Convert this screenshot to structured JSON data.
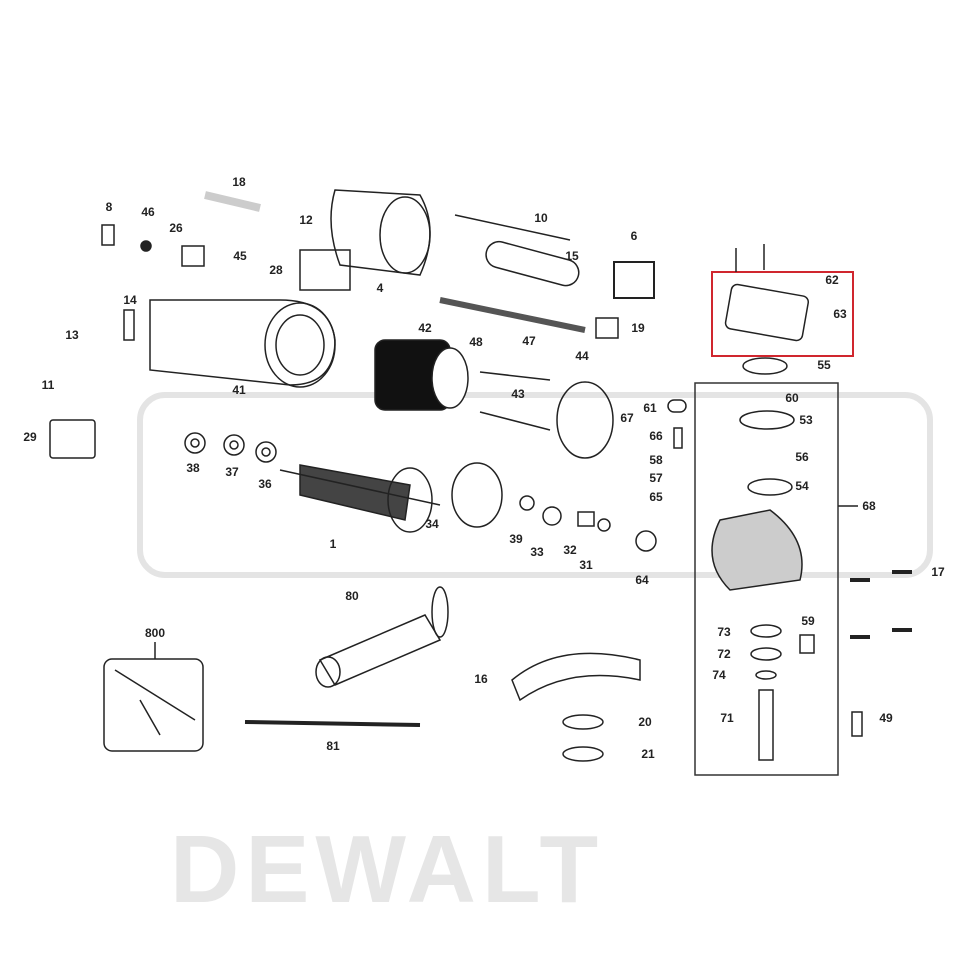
{
  "diagram": {
    "watermark": "DEWALT",
    "highlight_color": "#d0262e",
    "callouts": [
      "8",
      "46",
      "18",
      "26",
      "12",
      "10",
      "6",
      "45",
      "28",
      "4",
      "15",
      "14",
      "13",
      "42",
      "48",
      "47",
      "19",
      "62",
      "63",
      "44",
      "55",
      "11",
      "41",
      "43",
      "60",
      "67",
      "61",
      "53",
      "29",
      "66",
      "38",
      "37",
      "36",
      "58",
      "56",
      "57",
      "54",
      "65",
      "68",
      "34",
      "39",
      "1",
      "33",
      "32",
      "31",
      "64",
      "17",
      "80",
      "800",
      "59",
      "73",
      "72",
      "74",
      "16",
      "49",
      "20",
      "71",
      "21",
      "81"
    ],
    "highlighted_parts": [
      "62",
      "63"
    ]
  }
}
